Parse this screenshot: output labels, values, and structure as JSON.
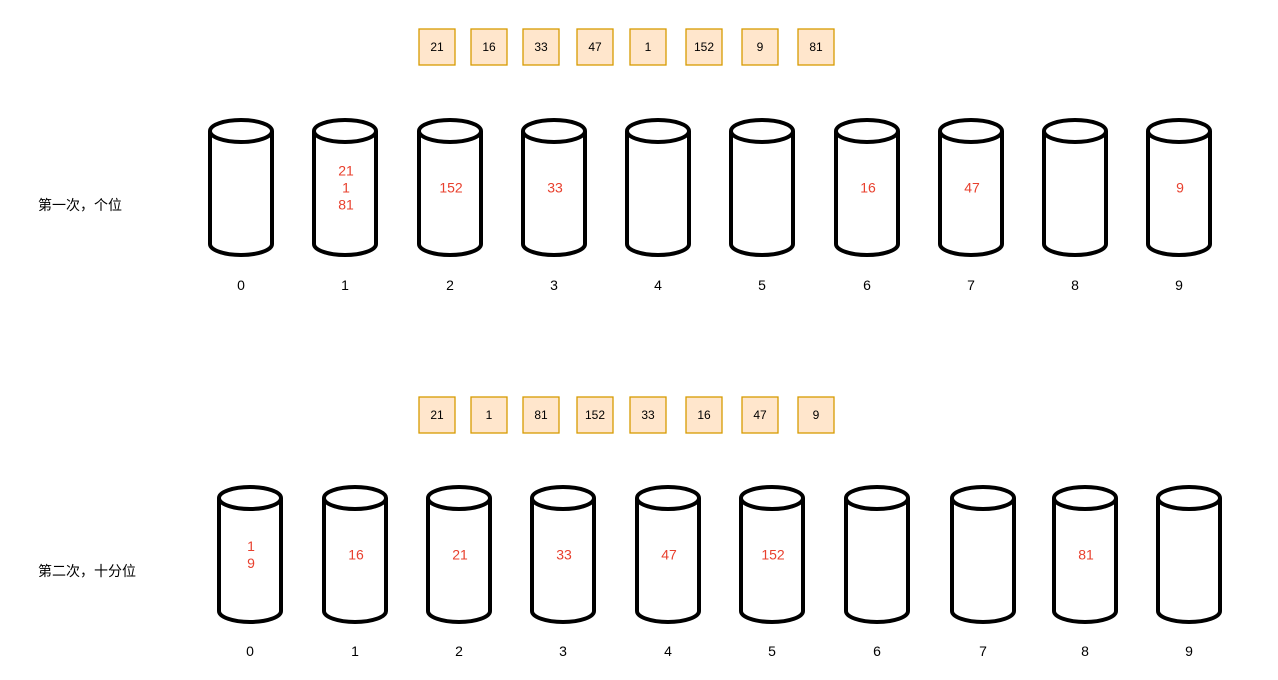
{
  "passes": [
    {
      "label": "第一次，个位",
      "sequence": [
        "21",
        "16",
        "33",
        "47",
        "1",
        "152",
        "9",
        "81"
      ],
      "buckets": [
        {
          "label": "0",
          "items": []
        },
        {
          "label": "1",
          "items": [
            "21",
            "1",
            "81"
          ]
        },
        {
          "label": "2",
          "items": [
            "152"
          ]
        },
        {
          "label": "3",
          "items": [
            "33"
          ]
        },
        {
          "label": "4",
          "items": []
        },
        {
          "label": "5",
          "items": []
        },
        {
          "label": "6",
          "items": [
            "16"
          ]
        },
        {
          "label": "7",
          "items": [
            "47"
          ]
        },
        {
          "label": "8",
          "items": []
        },
        {
          "label": "9",
          "items": [
            "9"
          ]
        }
      ]
    },
    {
      "label": "第二次，十分位",
      "sequence": [
        "21",
        "1",
        "81",
        "152",
        "33",
        "16",
        "47",
        "9"
      ],
      "buckets": [
        {
          "label": "0",
          "items": [
            "1",
            "9"
          ]
        },
        {
          "label": "1",
          "items": [
            "16"
          ]
        },
        {
          "label": "2",
          "items": [
            "21"
          ]
        },
        {
          "label": "3",
          "items": [
            "33"
          ]
        },
        {
          "label": "4",
          "items": [
            "47"
          ]
        },
        {
          "label": "5",
          "items": [
            "152"
          ]
        },
        {
          "label": "6",
          "items": []
        },
        {
          "label": "7",
          "items": []
        },
        {
          "label": "8",
          "items": [
            "81"
          ]
        },
        {
          "label": "9",
          "items": []
        }
      ]
    }
  ],
  "colors": {
    "box_fill": "#ffe6cc",
    "box_stroke": "#d79b00",
    "bucket_stroke": "#000000",
    "bucket_item_text": "#e8402e"
  }
}
